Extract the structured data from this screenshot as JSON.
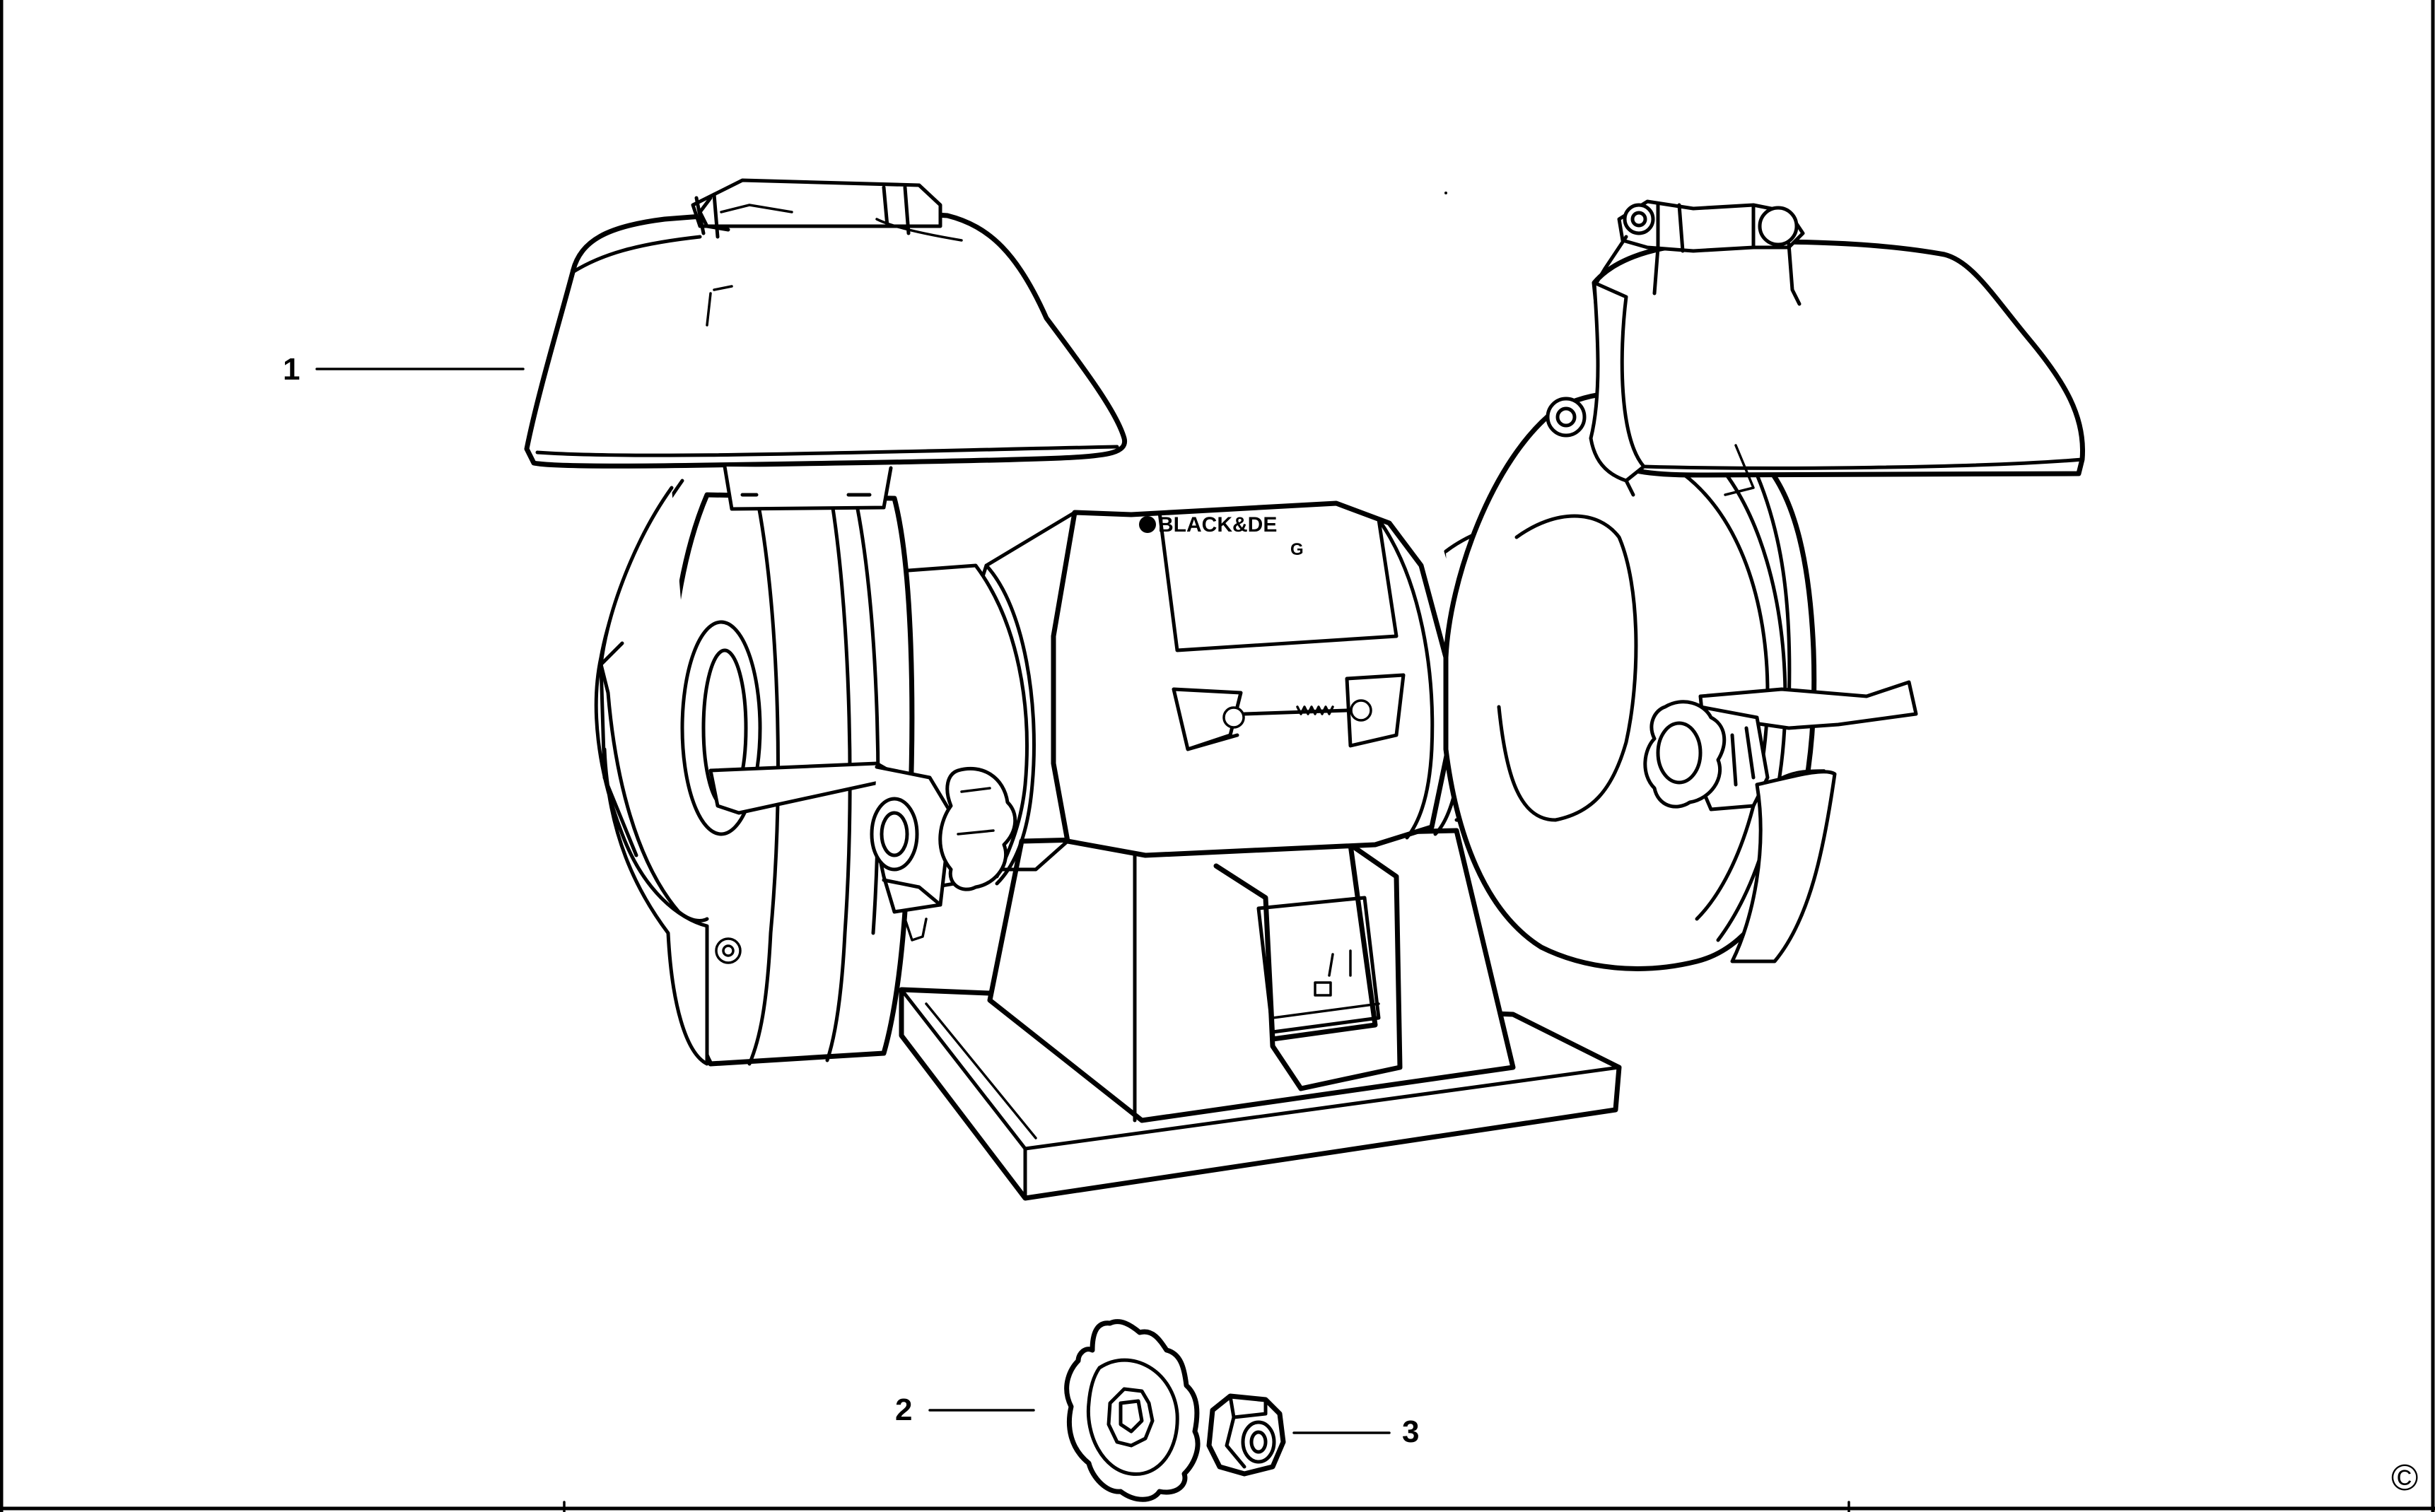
{
  "diagram": {
    "brand_label": "BLACK&DE",
    "brand_suffix": "G",
    "copyright_symbol": "©",
    "callouts": [
      {
        "id": "1",
        "label": "1"
      },
      {
        "id": "2",
        "label": "2"
      },
      {
        "id": "3",
        "label": "3"
      }
    ],
    "parts": [
      {
        "name": "eye-shield-left",
        "callout": "1"
      },
      {
        "name": "grinding-wheel-flange",
        "callout": "2"
      },
      {
        "name": "wheel-nut",
        "callout": "3"
      }
    ]
  }
}
